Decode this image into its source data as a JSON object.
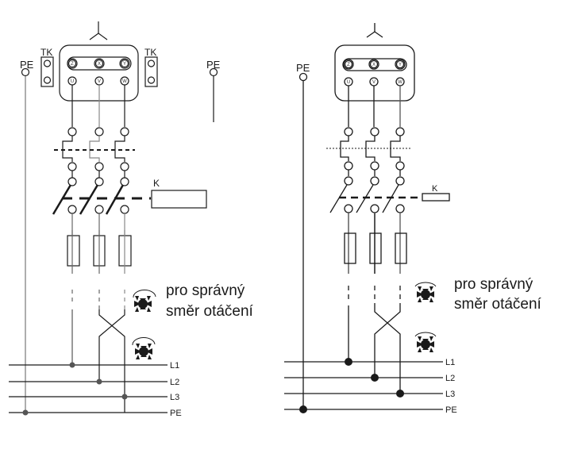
{
  "diagrams": [
    {
      "name": "left",
      "variant": "with-thermal-contacts",
      "pe_label_left": "PE",
      "pe_label_right": "PE",
      "tk_left": "TK",
      "tk_right": "TK",
      "star_terminals": [
        "Z",
        "X",
        "Y"
      ],
      "phase_terminals": [
        "U",
        "V",
        "W"
      ],
      "contactor_label": "K",
      "note_line1": "pro správný",
      "note_line2": "směr otáčení",
      "bus_labels": [
        "L1",
        "L2",
        "L3",
        "PE"
      ]
    },
    {
      "name": "right",
      "variant": "without-thermal-contacts",
      "pe_label": "PE",
      "star_terminals": [
        "Z",
        "X",
        "Y"
      ],
      "phase_terminals": [
        "U",
        "V",
        "W"
      ],
      "contactor_label": "K",
      "note_line1": "pro správný",
      "note_line2": "směr otáčení",
      "bus_labels": [
        "L1",
        "L2",
        "L3",
        "PE"
      ]
    }
  ],
  "colors": {
    "line": "#1a1a1a",
    "line_grey": "#555555",
    "dot": "#555555"
  }
}
